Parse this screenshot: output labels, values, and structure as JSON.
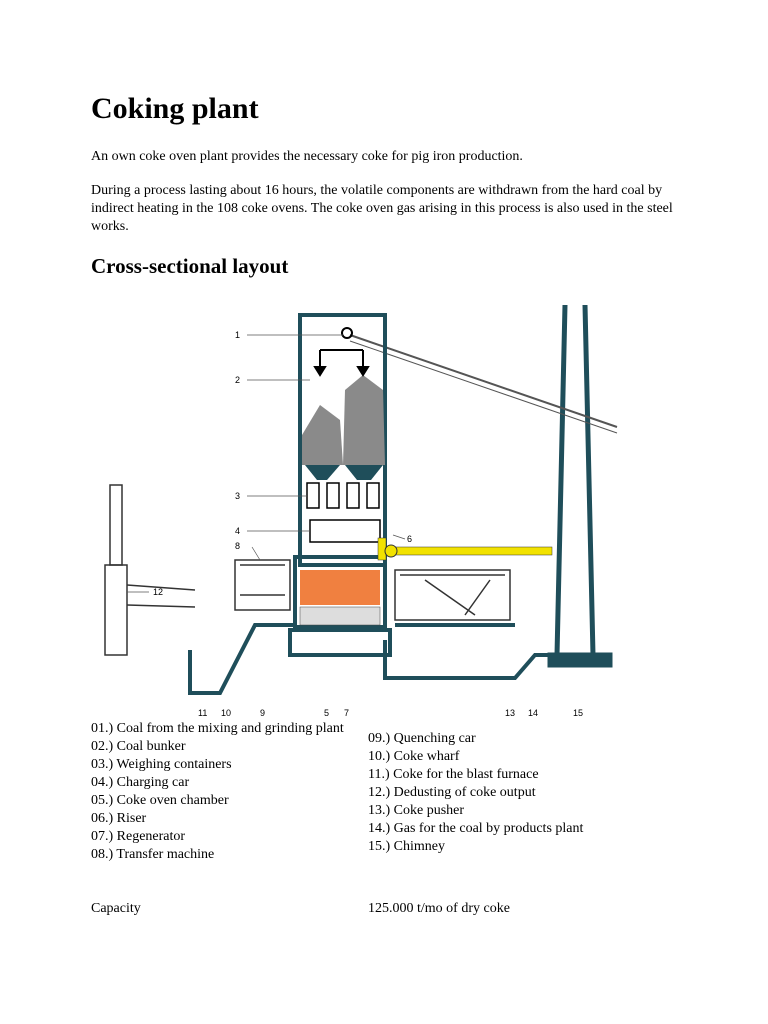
{
  "title": "Coking plant",
  "paragraphs": [
    "An own coke oven plant provides the necessary coke for pig iron production.",
    "During a process lasting about 16 hours, the volatile components are withdrawn from the hard coal by indirect heating in the 108 coke ovens. The coke oven gas arising in this process is also used in the steel works."
  ],
  "section_title": "Cross-sectional layout",
  "diagram": {
    "callouts": [
      "1",
      "2",
      "3",
      "4",
      "6",
      "8",
      "12",
      "11",
      "10",
      "9",
      "5",
      "7",
      "13",
      "14",
      "15"
    ],
    "colors": {
      "structure": "#1f4e5a",
      "coal": "#8a8a8a",
      "coke": "#f08040",
      "gas_pipe": "#f2e200"
    }
  },
  "legend": {
    "left": [
      "01.) Coal from the mixing and grinding plant",
      "02.) Coal bunker",
      "03.) Weighing containers",
      "04.) Charging car",
      "05.) Coke oven chamber",
      "06.) Riser",
      "07.) Regenerator",
      "08.) Transfer machine"
    ],
    "right": [
      "09.) Quenching car",
      "10.) Coke wharf",
      "11.) Coke for the blast furnace",
      "12.) Dedusting of coke output",
      "13.) Coke pusher",
      "14.) Gas for the coal by products plant",
      "15.) Chimney"
    ]
  },
  "capacity": {
    "label": "Capacity",
    "value": "125.000 t/mo of dry coke"
  }
}
